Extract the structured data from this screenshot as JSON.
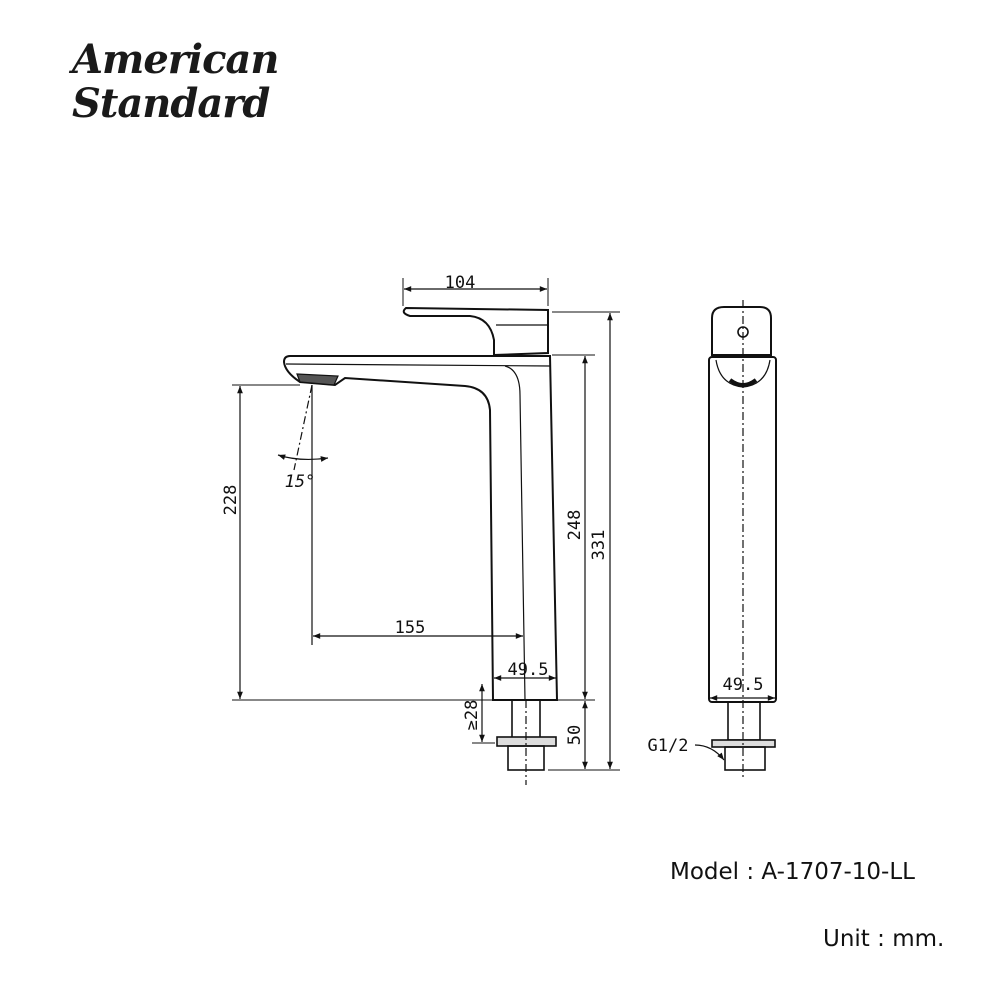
{
  "brand": {
    "line1": "American",
    "line2": "Standard"
  },
  "dimensions": {
    "handle_width": "104",
    "total_height": "331",
    "body_height": "248",
    "shank_length": "50",
    "spout_clearance": "228",
    "spout_reach": "155",
    "body_width_side": "49.5",
    "body_width_front": "49.5",
    "min_deck_thickness": "≥28",
    "spout_angle": "15°",
    "thread": "G1/2"
  },
  "model": "Model : A-1707-10-LL",
  "unit": "Unit : mm."
}
